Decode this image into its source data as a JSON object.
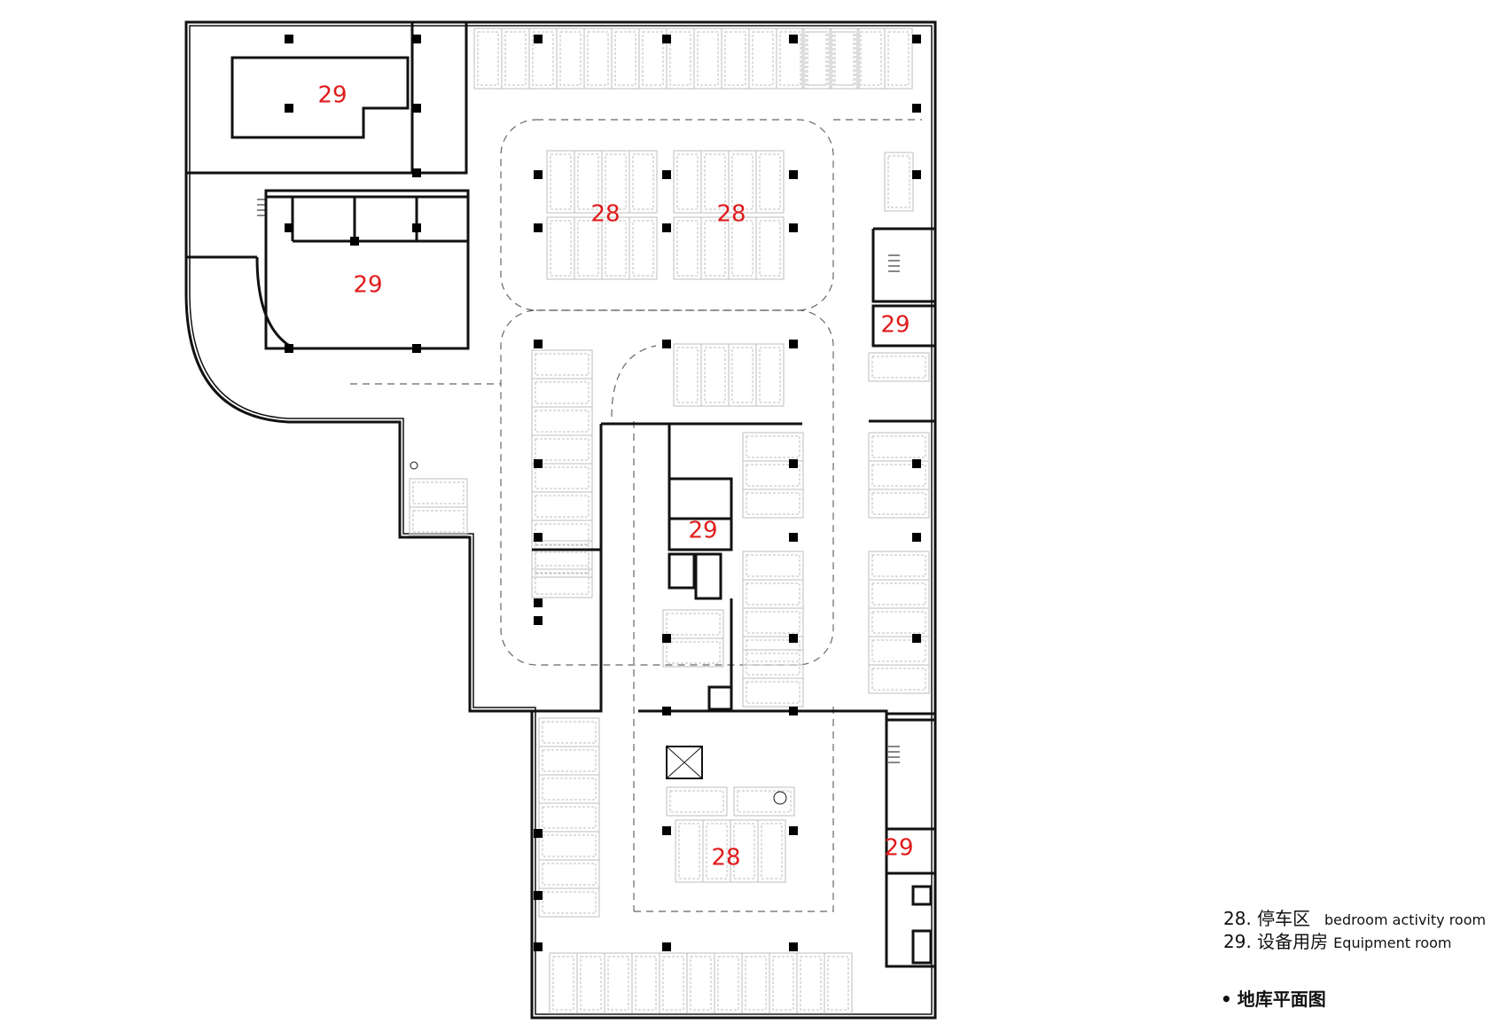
{
  "colors": {
    "wall": "#111111",
    "stall": "#bdbdbd",
    "dash": "#666666",
    "label": "#e01b1b",
    "column": "#000000"
  },
  "rooms": [
    {
      "id": "r29a",
      "label": "29"
    },
    {
      "id": "r29b",
      "label": "29"
    },
    {
      "id": "r28a",
      "label": "28"
    },
    {
      "id": "r28b",
      "label": "28"
    },
    {
      "id": "r29c",
      "label": "29"
    },
    {
      "id": "r29d",
      "label": "29"
    },
    {
      "id": "r29e",
      "label": "29"
    },
    {
      "id": "r28c",
      "label": "28"
    }
  ],
  "legend": [
    {
      "zh": "28. 停车区",
      "en": "bedroom activity room"
    },
    {
      "zh": "29. 设备用房",
      "en": "Equipment room"
    }
  ],
  "title": {
    "bullet": "•",
    "text": "地库平面图"
  }
}
